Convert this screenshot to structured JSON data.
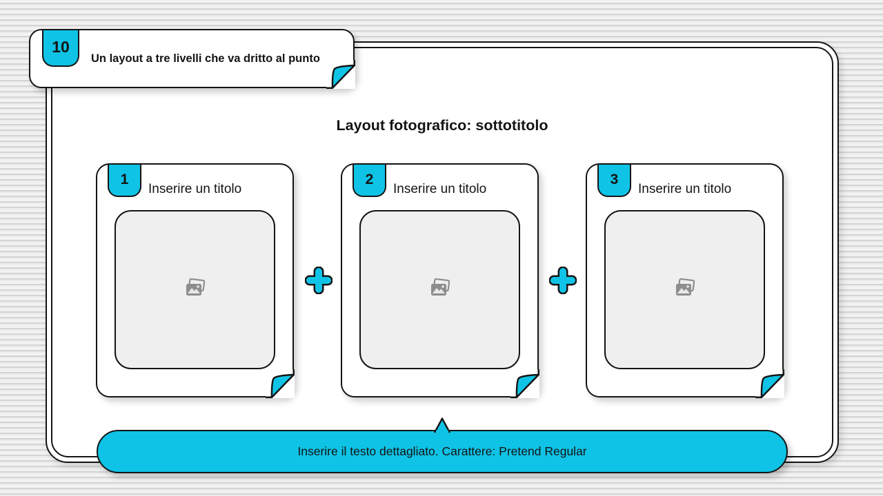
{
  "slide": {
    "badge_number": "10",
    "header_note": "Un layout a tre livelli che va dritto al punto",
    "title": "Layout fotografico: sottotitolo",
    "footer_text": "Inserire il testo dettagliato. Carattere: Pretend Regular"
  },
  "cards": [
    {
      "number": "1",
      "title": "Inserire un titolo"
    },
    {
      "number": "2",
      "title": "Inserire un titolo"
    },
    {
      "number": "3",
      "title": "Inserire un titolo"
    }
  ],
  "icons": {
    "card_placeholder": "image-placeholder-icon",
    "separator": "plus-icon",
    "corner": "folded-corner"
  },
  "colors": {
    "accent_cyan": "#0FC3E6",
    "outline_black": "#141414",
    "placeholder_gray": "#F0EFF0",
    "icon_gray": "#8D8D8D",
    "background_stripe_light": "#F3F2F3",
    "background_stripe_dark": "#D5D4D5"
  }
}
